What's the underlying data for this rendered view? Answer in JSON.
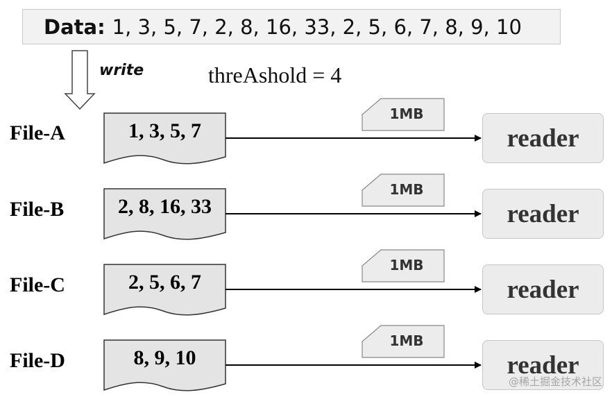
{
  "header": {
    "data_label": "Data:",
    "data_values": "1, 3, 5, 7, 2, 8, 16, 33, 2, 5, 6, 7, 8, 9, 10"
  },
  "write_label": "write",
  "threshold_text": "threAshold = 4",
  "files": [
    {
      "name": "File-A",
      "contents": "1, 3, 5, 7",
      "size": "1MB",
      "reader": "reader"
    },
    {
      "name": "File-B",
      "contents": "2, 8, 16, 33",
      "size": "1MB",
      "reader": "reader"
    },
    {
      "name": "File-C",
      "contents": "2, 5, 6, 7",
      "size": "1MB",
      "reader": "reader"
    },
    {
      "name": "File-D",
      "contents": "8, 9, 10",
      "size": "1MB",
      "reader": "reader"
    }
  ],
  "watermark": "@稀土掘金技术社区",
  "colors": {
    "doc_fill": "#e4e4e4",
    "reader_fill": "#ececec",
    "tag_fill": "#ececec",
    "arrow": "#000000"
  }
}
